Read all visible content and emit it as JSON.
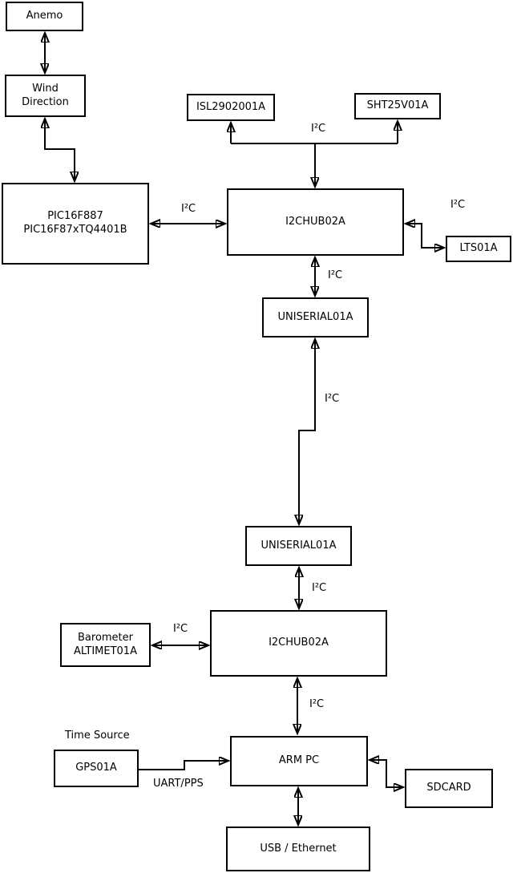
{
  "diagram": {
    "colors": {
      "ink": "#000000",
      "background": "#ffffff"
    },
    "nodes": {
      "anemo": {
        "line1": "Anemo"
      },
      "wind_direction": {
        "line1": "Wind",
        "line2": "Direction"
      },
      "pic": {
        "line1": "PIC16F887",
        "line2": "PIC16F87xTQ4401B"
      },
      "isl": {
        "line1": "ISL2902001A"
      },
      "sht": {
        "line1": "SHT25V01A"
      },
      "i2chub_top": {
        "line1": "I2CHUB02A"
      },
      "lts": {
        "line1": "LTS01A"
      },
      "uniserial_top": {
        "line1": "UNISERIAL01A"
      },
      "uniserial_bottom": {
        "line1": "UNISERIAL01A"
      },
      "i2chub_bottom": {
        "line1": "I2CHUB02A"
      },
      "barometer": {
        "line1": "Barometer",
        "line2": "ALTIMET01A"
      },
      "gps": {
        "line1": "GPS01A"
      },
      "arm_pc": {
        "line1": "ARM PC"
      },
      "sdcard": {
        "line1": "SDCARD"
      },
      "usb_ethernet": {
        "line1": "USB / Ethernet"
      }
    },
    "labels": {
      "i2c_bus_top": "I²C",
      "i2c_pic_hub": "I²C",
      "i2c_lts": "I²C",
      "i2c_hub_uniserial": "I²C",
      "i2c_long_link": "I²C",
      "i2c_uniserial_hub2": "I²C",
      "i2c_barometer": "I²C",
      "i2c_hub2_arm": "I²C",
      "time_source": "Time Source",
      "uart_pps": "UART/PPS"
    }
  }
}
